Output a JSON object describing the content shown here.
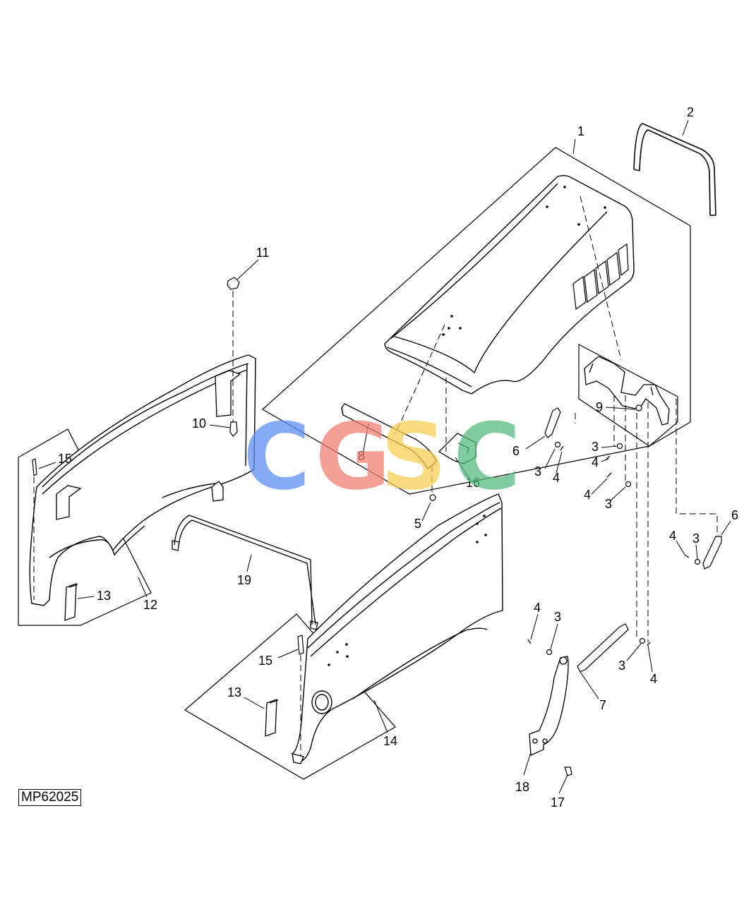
{
  "reference_code": "MP62025",
  "watermark": {
    "text": "CGSC",
    "colors": [
      "#5b8ff0",
      "#ef7f72",
      "#f7cf55",
      "#59ba82"
    ]
  },
  "callouts": [
    {
      "id": "c1",
      "label": "1"
    },
    {
      "id": "c2",
      "label": "2"
    },
    {
      "id": "c3a",
      "label": "3"
    },
    {
      "id": "c3b",
      "label": "3"
    },
    {
      "id": "c3c",
      "label": "3"
    },
    {
      "id": "c3d",
      "label": "3"
    },
    {
      "id": "c3e",
      "label": "3"
    },
    {
      "id": "c3f",
      "label": "3"
    },
    {
      "id": "c4a",
      "label": "4"
    },
    {
      "id": "c4b",
      "label": "4"
    },
    {
      "id": "c4c",
      "label": "4"
    },
    {
      "id": "c4d",
      "label": "4"
    },
    {
      "id": "c4e",
      "label": "4"
    },
    {
      "id": "c4f",
      "label": "4"
    },
    {
      "id": "c5",
      "label": "5"
    },
    {
      "id": "c6a",
      "label": "6"
    },
    {
      "id": "c6b",
      "label": "6"
    },
    {
      "id": "c7",
      "label": "7"
    },
    {
      "id": "c8",
      "label": "8"
    },
    {
      "id": "c9",
      "label": "9"
    },
    {
      "id": "c10",
      "label": "10"
    },
    {
      "id": "c11",
      "label": "11"
    },
    {
      "id": "c12",
      "label": "12"
    },
    {
      "id": "c13a",
      "label": "13"
    },
    {
      "id": "c13b",
      "label": "13"
    },
    {
      "id": "c14",
      "label": "14"
    },
    {
      "id": "c15a",
      "label": "15"
    },
    {
      "id": "c15b",
      "label": "15"
    },
    {
      "id": "c16",
      "label": "16"
    },
    {
      "id": "c17",
      "label": "17"
    },
    {
      "id": "c18",
      "label": "18"
    },
    {
      "id": "c19",
      "label": "19"
    }
  ]
}
